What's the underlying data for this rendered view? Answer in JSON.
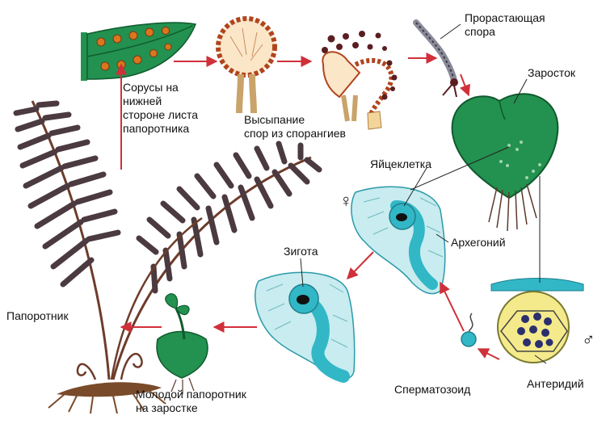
{
  "labels": {
    "sori": [
      "Сорусы на",
      "нижней",
      "стороне листа",
      "папоротника"
    ],
    "spore_release": [
      "Высыпание",
      "спор из спорангиев"
    ],
    "germinating_spore": [
      "Прорастающая",
      "спора"
    ],
    "prothallus": "Заросток",
    "egg_cell": "Яйцеклетка",
    "archegonium": "Архегоний",
    "zygote": "Зигота",
    "fern": "Папоротник",
    "young_fern": [
      "Молодой папоротник",
      "на заростке"
    ],
    "spermatozoid": "Сперматозоид",
    "antheridium": "Антеридий"
  },
  "symbols": {
    "female": "♀",
    "male": "♂"
  },
  "colors": {
    "arrow": "#d0303a",
    "leaf_green": "#23914f",
    "cell_cyan": "#32b7c6",
    "sorus_orange": "#d9761f",
    "spore_dark": "#5a1e22",
    "stem_brown": "#7a4b2a"
  }
}
